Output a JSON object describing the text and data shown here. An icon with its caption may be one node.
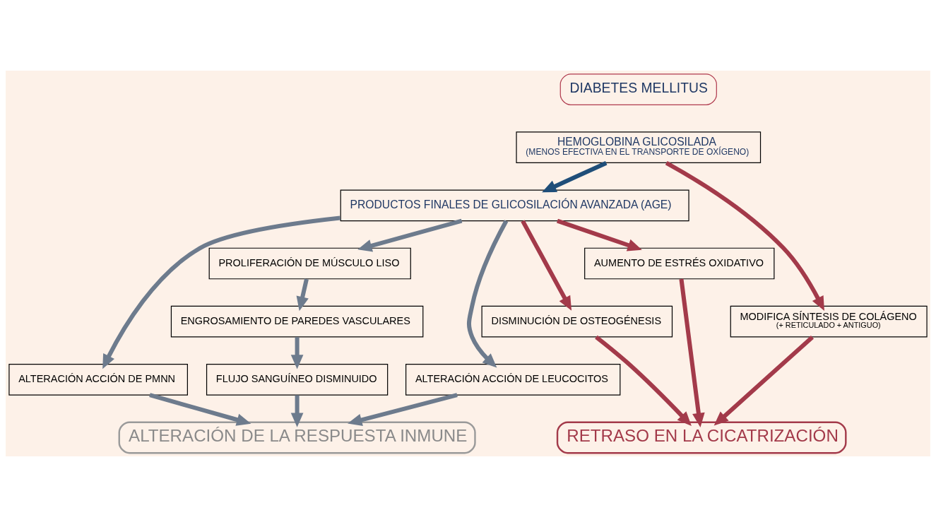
{
  "diagram": {
    "nodes": [
      {
        "text": [
          "DIABETES MELLITUS"
        ]
      },
      {
        "text": [
          "HEMOGLOBINA GLICOSILADA",
          "(MENOS EFECTIVA EN EL TRANSPORTE DE OXÍGENO)"
        ]
      },
      {
        "text": [
          "PRODUCTOS FINALES DE GLICOSILACIÓN AVANZADA (AGE)"
        ]
      },
      {
        "text": [
          "MODIFICA SÍNTESIS DE COLÁGENO",
          "(+ RETICULADO + ANTIGUO)"
        ]
      },
      {
        "text": [
          "PROLIFERACIÓN DE MÚSCULO LISO"
        ]
      },
      {
        "text": [
          "ALTERACIÓN ACCIÓN DE PMNN"
        ]
      },
      {
        "text": [
          "DISMINUCIÓN DE OSTEOGÉNESIS"
        ]
      },
      {
        "text": [
          "ENGROSAMIENTO DE PAREDES VASCULARES"
        ]
      },
      {
        "text": [
          "ALTERACIÓN ACCIÓN DE LEUCOCITOS"
        ]
      },
      {
        "text": [
          "FLUJO SANGUÍNEO DISMINUIDO"
        ]
      },
      {
        "text": [
          "AUMENTO DE ESTRÉS OXIDATIVO"
        ]
      },
      {
        "text": [
          "ALTERACIÓN DE LA RESPUESTA INMUNE"
        ]
      },
      {
        "text": [
          "RETRASO EN LA CICATRIZACIÓN"
        ]
      }
    ],
    "edges": [
      {
        "from": 1,
        "to": 2,
        "arrow": "to",
        "color": "#1f4e79"
      },
      {
        "from": 1,
        "to": 3,
        "arrow": "to",
        "color": "#a33a4a"
      },
      {
        "from": 2,
        "to": 4,
        "arrow": "to"
      },
      {
        "from": 2,
        "to": 5,
        "arrow": "to"
      },
      {
        "from": 2,
        "to": 8,
        "arrow": "to"
      },
      {
        "from": 2,
        "to": 10,
        "arrow": "to",
        "color": "#a33a4a"
      },
      {
        "from": 2,
        "to": 6,
        "arrow": "to",
        "color": "#a33a4a"
      },
      {
        "from": 4,
        "to": 7,
        "arrow": "to"
      },
      {
        "from": 7,
        "to": 9,
        "arrow": "to"
      },
      {
        "from": 9,
        "to": 11,
        "arrow": "to"
      },
      {
        "from": 5,
        "to": 11,
        "arrow": "to"
      },
      {
        "from": 8,
        "to": 11,
        "arrow": "to"
      },
      {
        "from": 10,
        "to": 12,
        "arrow": "to",
        "color": "#a33a4a"
      },
      {
        "from": 6,
        "to": 12,
        "arrow": "to",
        "color": "#a33a4a"
      },
      {
        "from": 3,
        "to": 12,
        "arrow": "to",
        "color": "#a33a4a"
      }
    ]
  }
}
